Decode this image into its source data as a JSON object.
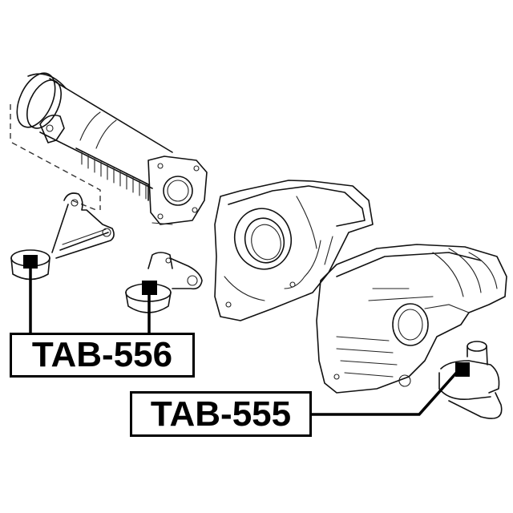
{
  "diagram": {
    "type": "exploded parts diagram",
    "components": [
      {
        "id": "propeller-shaft-tube",
        "description": "Front axle tube / propeller shaft housing with flange"
      },
      {
        "id": "mount-bracket-arm",
        "description": "Bracket arm with bushing (left)"
      },
      {
        "id": "bushing-bracket-center",
        "description": "Bushing with bracket (center)"
      },
      {
        "id": "differential-cover",
        "description": "Differential carrier cover plate"
      },
      {
        "id": "differential-housing",
        "description": "Differential housing (right)"
      },
      {
        "id": "rear-mount-bushing",
        "description": "Differential mount bushing (right)"
      }
    ],
    "labels": [
      {
        "id": "tab-556",
        "text": "TAB-556",
        "points_to": [
          "mount-bracket-arm",
          "bushing-bracket-center"
        ]
      },
      {
        "id": "tab-555",
        "text": "TAB-555",
        "points_to": [
          "rear-mount-bushing"
        ]
      }
    ],
    "colors": {
      "line": "#000000",
      "background": "#ffffff"
    }
  }
}
